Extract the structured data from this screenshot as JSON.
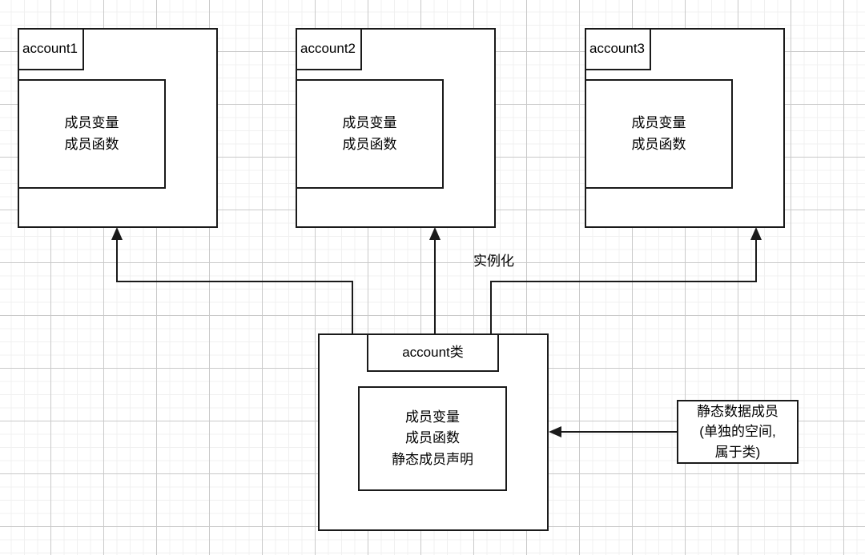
{
  "diagram": {
    "title_text_lines": [],
    "background": {
      "grid": "graph-paper",
      "minor_color": "#f0f0f0",
      "major_color": "#c9c9c9",
      "page_color": "#ffffff"
    },
    "stroke_color": "#1a1a1a",
    "instances": [
      {
        "id": "account1",
        "label": "account1",
        "members": [
          "成员变量",
          "成员函数"
        ]
      },
      {
        "id": "account2",
        "label": "account2",
        "members": [
          "成员变量",
          "成员函数"
        ]
      },
      {
        "id": "account3",
        "label": "account3",
        "members": [
          "成员变量",
          "成员函数"
        ]
      }
    ],
    "class_node": {
      "id": "account-class",
      "label": "account类",
      "members": [
        "成员变量",
        "成员函数",
        "静态成员声明"
      ]
    },
    "note": {
      "id": "static-data-member-note",
      "lines": [
        "静态数据成员",
        "(单独的空间,",
        "属于类)"
      ]
    },
    "edges": [
      {
        "id": "instantiate",
        "label": "实例化"
      }
    ]
  }
}
